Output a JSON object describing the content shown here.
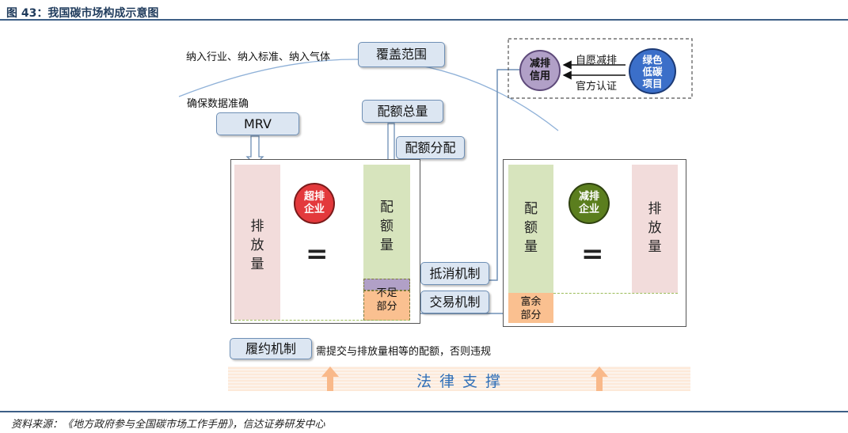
{
  "header": {
    "title": "图 43：我国碳市场构成示意图"
  },
  "footer": {
    "source": "资料来源：《地方政府参与全国碳市场工作手册》，信达证券研发中心"
  },
  "coverage": {
    "label": "覆盖范围",
    "note": "纳入行业、纳入标准、纳入气体"
  },
  "mrv": {
    "label": "MRV",
    "note": "确保数据准确"
  },
  "quota": {
    "total_label": "配额总量",
    "allocation_label": "配额分配"
  },
  "offset": {
    "label": "抵消机制"
  },
  "trading": {
    "label": "交易机制"
  },
  "compliance": {
    "label": "履约机制",
    "note": "需提交与排放量相等的配额，否则违规"
  },
  "law": {
    "label": "法 律 支 撑"
  },
  "left_panel": {
    "emission": [
      "排",
      "放",
      "量"
    ],
    "company": [
      "超排",
      "企业"
    ],
    "equals": "=",
    "quota": [
      "配",
      "额",
      "量"
    ],
    "shortfall": [
      "不足",
      "部分"
    ]
  },
  "right_panel": {
    "quota": [
      "配",
      "额",
      "量"
    ],
    "company": [
      "减排",
      "企业"
    ],
    "equals": "=",
    "emission": [
      "排",
      "放",
      "量"
    ],
    "surplus": [
      "富余",
      "部分"
    ]
  },
  "credits": {
    "ccer": [
      "减排",
      "信用"
    ],
    "voluntary": "自愿减排",
    "official": "官方认证",
    "green": [
      "绿色",
      "低碳",
      "项目"
    ]
  },
  "colors": {
    "emission_fill": "#f2dcdb",
    "quota_fill": "#d7e4bd",
    "shortfall_purple": "#b1a0c7",
    "shortfall_orange": "#fac090",
    "over_circle": "#e3393c",
    "reduce_circle": "#5b7e1e",
    "ccer_circle": "#b1a0c7",
    "green_circle": "#3b6fc9",
    "law_fill": "#fde9d9",
    "arrow_orange": "#f9b98a"
  }
}
